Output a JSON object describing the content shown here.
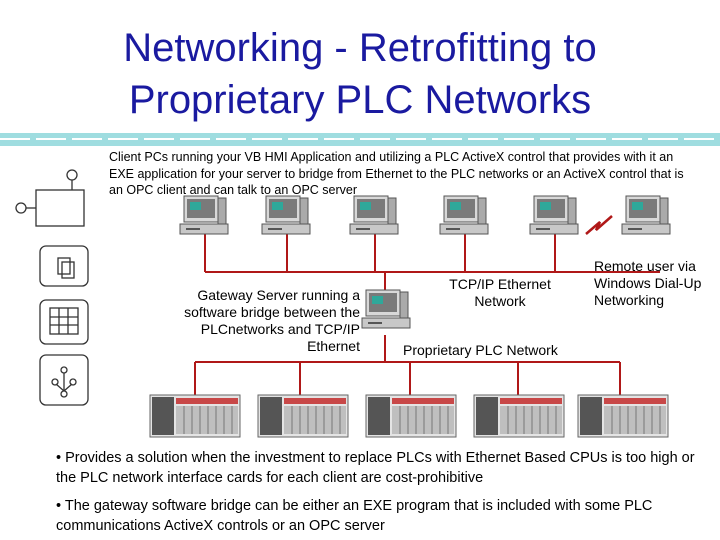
{
  "title": {
    "line1": "Networking - Retrofitting to",
    "line2": "Proprietary PLC Networks"
  },
  "intro_text": "Client PCs running your VB HMI Application and utilizing a PLC ActiveX control that provides with it an EXE application for your server to bridge from Ethernet to the PLC networks or an ActiveX control that is an OPC client and can talk to an OPC server",
  "labels": {
    "gateway": "Gateway Server running a software bridge between the PLCnetworks and TCP/IP Ethernet",
    "tcpip": "TCP/IP Ethernet Network",
    "proprietary": "Proprietary PLC Network",
    "remote": "Remote user via Windows Dial-Up Networking"
  },
  "bullets": [
    "• Provides a solution when the investment to replace PLCs with Ethernet Based CPUs is too high or the PLC network interface cards for each client are cost-prohibitive",
    "• The gateway software bridge can be either an EXE program that is included with some PLC communications ActiveX controls or an OPC server"
  ],
  "colors": {
    "title": "#1a1aa0",
    "network_line": "#b01818",
    "band": "#9fdde0"
  },
  "icons": [
    "client-pc-icon",
    "gateway-server-icon",
    "plc-rack-icon",
    "dialup-lightning-icon",
    "database-icon",
    "network-node-icon"
  ]
}
